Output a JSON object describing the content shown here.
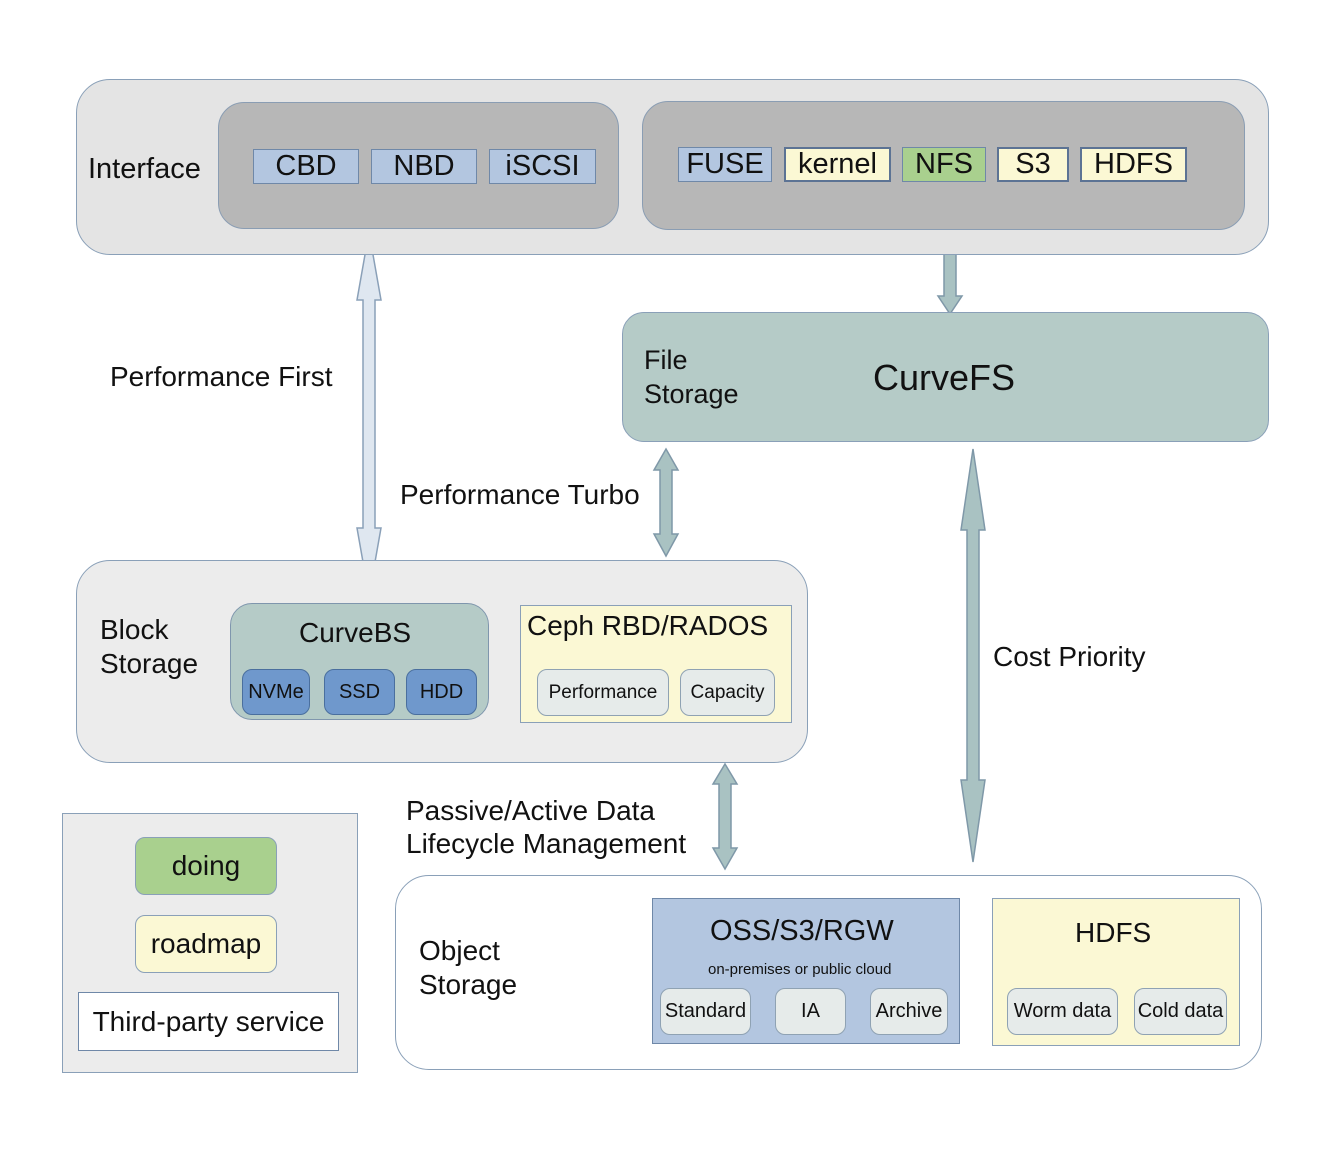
{
  "interface": {
    "label": "Interface",
    "block_interfaces": [
      "CBD",
      "NBD",
      "iSCSI"
    ],
    "file_interfaces": [
      "FUSE",
      "kernel",
      "NFS",
      "S3",
      "HDFS"
    ]
  },
  "file_storage": {
    "label": "File\nStorage",
    "name": "CurveFS"
  },
  "block_storage": {
    "label": "Block\nStorage",
    "curvebs": {
      "title": "CurveBS",
      "disks": [
        "NVMe",
        "SSD",
        "HDD"
      ]
    },
    "ceph": {
      "title": "Ceph RBD/RADOS",
      "tags": [
        "Performance",
        "Capacity"
      ]
    }
  },
  "object_storage": {
    "label": "Object\nStorage",
    "oss": {
      "title": "OSS/S3/RGW",
      "subtitle": "on-premises or public cloud",
      "tiers": [
        "Standard",
        "IA",
        "Archive"
      ]
    },
    "hdfs": {
      "title": "HDFS",
      "tags": [
        "Worm data",
        "Cold data"
      ]
    }
  },
  "arrows": {
    "performance_first": "Performance First",
    "performance_turbo": "Performance Turbo",
    "cost_priority": "Cost Priority",
    "lifecycle": "Passive/Active Data\nLifecycle Management"
  },
  "legend": {
    "doing": "doing",
    "roadmap": "roadmap",
    "third_party": "Third-party service"
  },
  "colors": {
    "doing": "#a9d08e",
    "roadmap": "#fbf8d4",
    "third_party": "#ffffff",
    "block_interface": "#b3c6e0",
    "curvefs": "#b5cbc7",
    "disk": "#6f98cc"
  }
}
